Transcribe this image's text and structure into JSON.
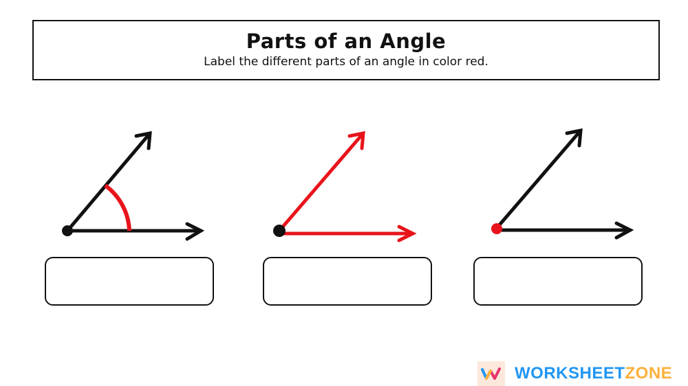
{
  "header": {
    "title": "Parts of an Angle",
    "subtitle": "Label the different parts of an angle in color red."
  },
  "diagrams": [
    {
      "highlighted_part": "angle-arc",
      "highlight_color": "#e8141b",
      "answer": ""
    },
    {
      "highlighted_part": "rays",
      "highlight_color": "#e8141b",
      "answer": ""
    },
    {
      "highlighted_part": "vertex",
      "highlight_color": "#e8141b",
      "answer": ""
    }
  ],
  "branding": {
    "logo_icon": "worksheetzone-w-icon",
    "name_part1": "WORKSHEET",
    "name_part2": "ZONE",
    "color_part1": "#2196f3",
    "color_part2": "#fbb13c"
  }
}
